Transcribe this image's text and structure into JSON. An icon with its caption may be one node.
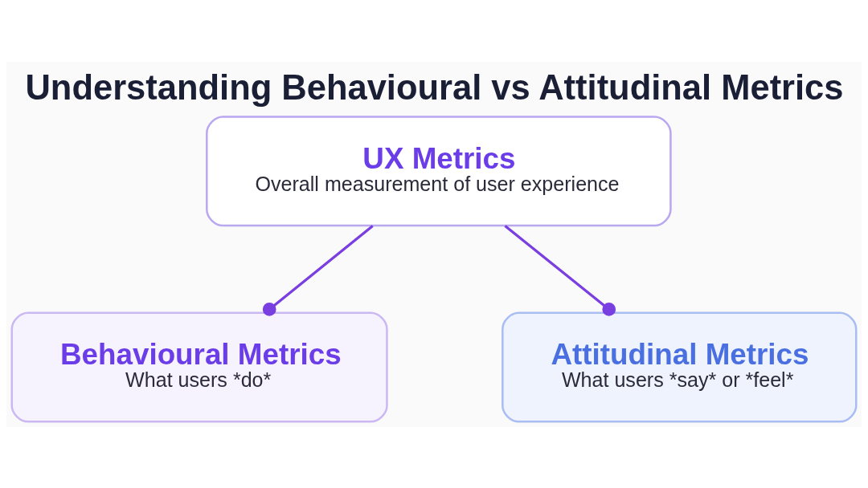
{
  "diagram": {
    "title": "Understanding Behavioural vs Attitudinal Metrics",
    "nodes": [
      {
        "text": [
          "UX Metrics",
          "Overall measurement of user experience"
        ]
      },
      {
        "text": [
          "Behavioural Metrics",
          "What users *do*"
        ]
      },
      {
        "text": [
          "Attitudinal Metrics",
          "What users *say* or *feel*"
        ]
      }
    ],
    "edges": [
      {
        "from": 0,
        "to": 1,
        "arrow": "other"
      },
      {
        "from": 0,
        "to": 2,
        "arrow": "other"
      }
    ]
  }
}
